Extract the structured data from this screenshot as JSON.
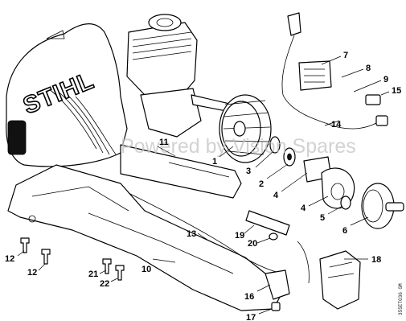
{
  "diagram": {
    "brand_logo": "STIHL",
    "watermark": "Powered by Vision Spares",
    "reference_code": "355ET036 GM"
  },
  "callouts": [
    "1",
    "2",
    "3",
    "4",
    "4",
    "5",
    "6",
    "7",
    "8",
    "9",
    "10",
    "11",
    "12",
    "12",
    "13",
    "14",
    "15",
    "16",
    "17",
    "18",
    "19",
    "20",
    "21",
    "22"
  ]
}
